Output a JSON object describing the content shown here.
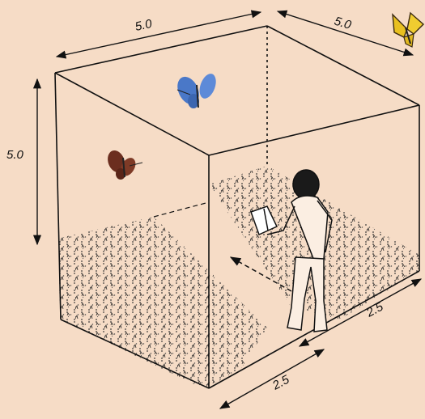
{
  "dimensions": {
    "top_width": "5.0",
    "top_depth": "5.0",
    "height": "5.0",
    "bottom_right": "2.5",
    "bottom_front": "2.5"
  },
  "colors": {
    "background": "#f6dcc6",
    "line": "#111111",
    "blue_butterfly": "#4a78c8",
    "brown_butterfly": "#6b2e1f",
    "yellow_butterfly": "#e8c020"
  },
  "icons": {
    "observer": "person-reading-icon",
    "blue": "blue-butterfly-icon",
    "brown": "brown-butterfly-icon",
    "yellow": "swallowtail-butterfly-icon"
  }
}
